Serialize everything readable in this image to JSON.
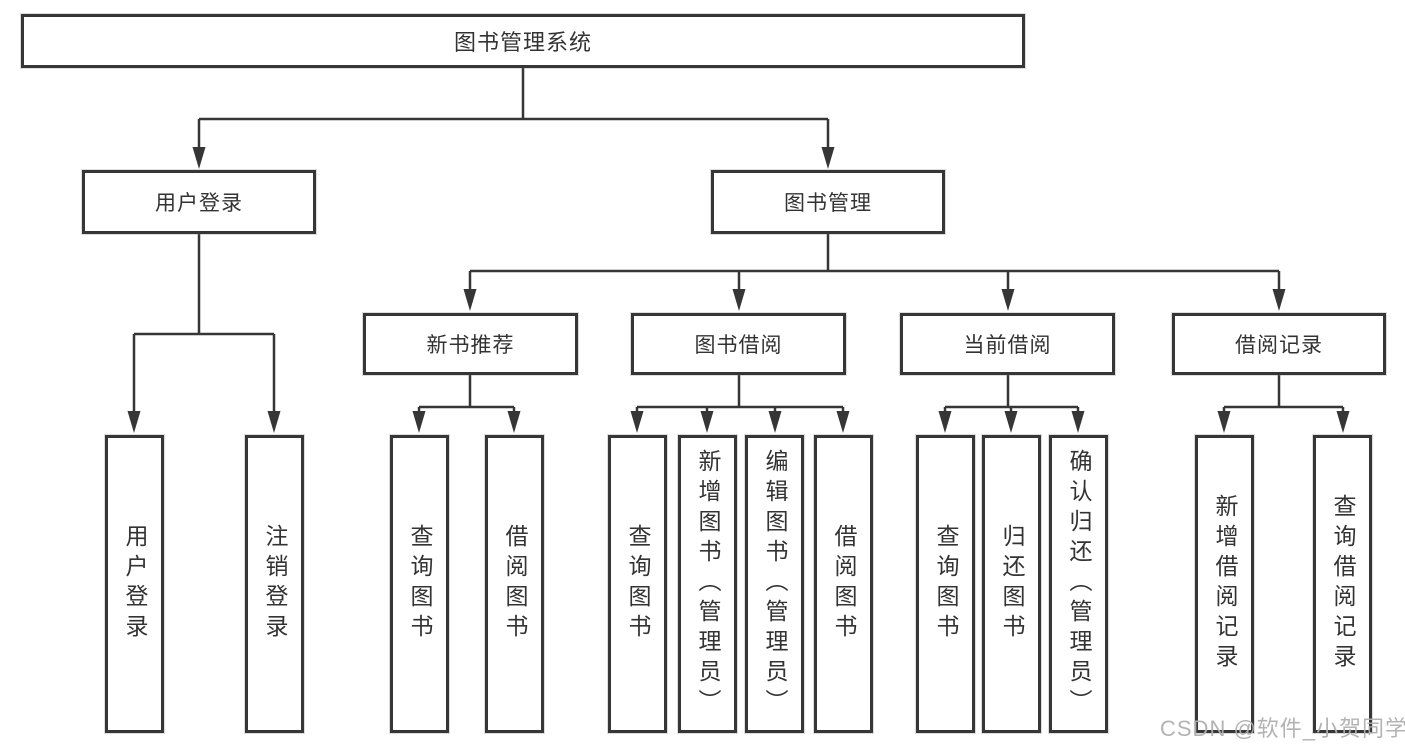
{
  "colors": {
    "line": "#363636",
    "text": "#333333",
    "box_background": "#ffffff",
    "page_background": "#ffffff",
    "watermark": "#afafaf"
  },
  "tree": {
    "root": {
      "label": "图书管理系统"
    },
    "branches": [
      {
        "label": "用户登录",
        "children": [
          {
            "label": "用户登录"
          },
          {
            "label": "注销登录"
          }
        ]
      },
      {
        "label": "图书管理",
        "groups": [
          {
            "label": "新书推荐",
            "children": [
              {
                "label": "查询图书"
              },
              {
                "label": "借阅图书"
              }
            ]
          },
          {
            "label": "图书借阅",
            "children": [
              {
                "label": "查询图书"
              },
              {
                "label": "新增图书（管理员）"
              },
              {
                "label": "编辑图书（管理员）"
              },
              {
                "label": "借阅图书"
              }
            ]
          },
          {
            "label": "当前借阅",
            "children": [
              {
                "label": "查询图书"
              },
              {
                "label": "归还图书"
              },
              {
                "label": "确认归还（管理员）"
              }
            ]
          },
          {
            "label": "借阅记录",
            "children": [
              {
                "label": "新增借阅记录"
              },
              {
                "label": "查询借阅记录"
              }
            ]
          }
        ]
      }
    ]
  },
  "watermark": {
    "text": "CSDN @软件_小贺同学"
  }
}
